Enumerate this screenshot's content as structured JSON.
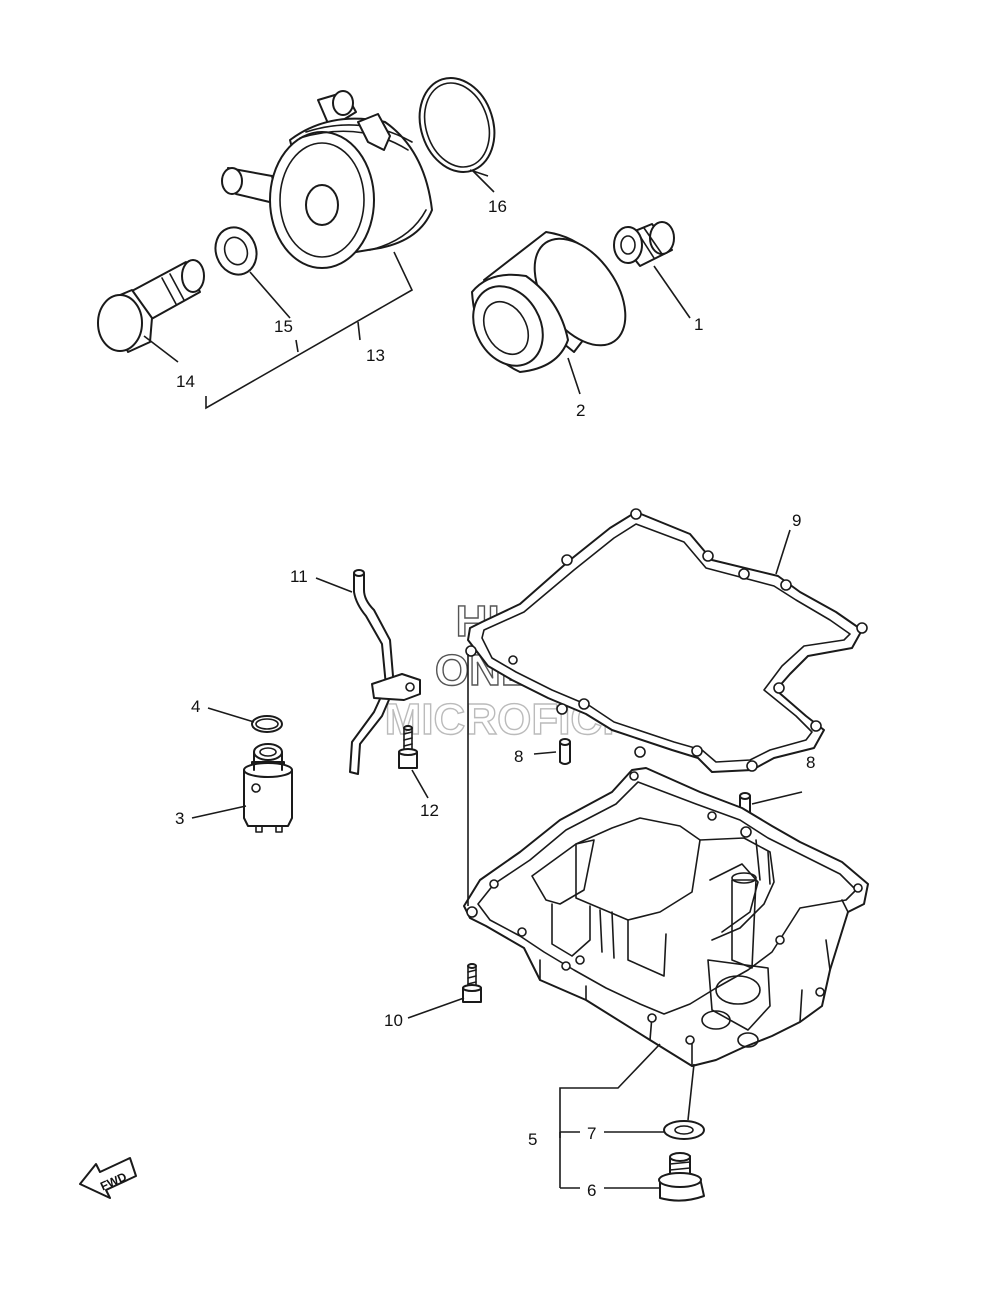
{
  "watermark": {
    "line1": "HLSM",
    "line2": "ONLINE",
    "line3": "MICROFICHE"
  },
  "direction_marker": "FWD",
  "callouts": [
    "1",
    "2",
    "3",
    "4",
    "5",
    "6",
    "7",
    "8",
    "8",
    "9",
    "10",
    "11",
    "12",
    "13",
    "14",
    "15",
    "16"
  ],
  "parts": [
    {
      "ref": "1",
      "depiction": "oil cooler union bolt"
    },
    {
      "ref": "2",
      "depiction": "oil filter cartridge"
    },
    {
      "ref": "3",
      "depiction": "strainer housing"
    },
    {
      "ref": "4",
      "depiction": "o-ring"
    },
    {
      "ref": "5",
      "depiction": "drain plug assembly"
    },
    {
      "ref": "6",
      "depiction": "drain bolt"
    },
    {
      "ref": "7",
      "depiction": "gasket washer"
    },
    {
      "ref": "8",
      "depiction": "dowel pin"
    },
    {
      "ref": "9",
      "depiction": "oil pan gasket"
    },
    {
      "ref": "10",
      "depiction": "bolt"
    },
    {
      "ref": "11",
      "depiction": "oil pipe"
    },
    {
      "ref": "12",
      "depiction": "bolt"
    },
    {
      "ref": "13",
      "depiction": "oil cooler assembly"
    },
    {
      "ref": "14",
      "depiction": "union bolt"
    },
    {
      "ref": "15",
      "depiction": "washer"
    },
    {
      "ref": "16",
      "depiction": "o-ring"
    }
  ]
}
